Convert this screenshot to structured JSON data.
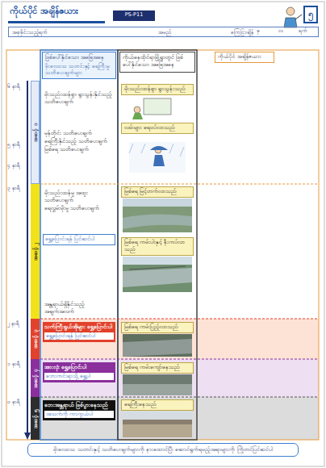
{
  "diagram": {
    "title": "ကိုယ်ပိုင် အချိန်ဇယား",
    "caption": "မိုးလေဝသ သတင်းနှင့် သတိပေးချက်များကို နားထောင်ပြီး ဆောင်ရွက်ရမည့်အရာများကို ကြိုတင်ပြင်ဆင်ပါ",
    "nodes": [
      {
        "text": [
          "ကိုယ်ပိုင် အချိန်ဇယား"
        ]
      },
      {
        "text": [
          "PS-P11"
        ]
      },
      {
        "text": [
          "အစုခိုင်းသည့်ရက်",
          "အမည်",
          "ကြေငြာချိန်"
        ]
      },
      {
        "text": [
          "ဖြစ်ပေါ်နိုင်သော အခြေအနေ",
          "မိုးလေဝသ သတင်းနှင့် ရေကြီးမှု သတိပေးချက်များ"
        ]
      },
      {
        "text": [
          "ကိုယ်နေထိုင်ရာမြို့ရွာတွင် ဖြစ်ပေါ်နိုင်သော အခြေအနေ"
        ]
      },
      {
        "text": [
          "ကိုယ်ပိုင် အချိန်ဇယား"
        ]
      },
      {
        "text": [
          "အဆင့် ၁"
        ]
      },
      {
        "text": [
          "အဆင့် ၂"
        ]
      },
      {
        "text": [
          "အဆင့် ၃"
        ]
      },
      {
        "text": [
          "အဆင့် ၄"
        ]
      },
      {
        "text": [
          "အဆင့် ၅"
        ]
      },
      {
        "text": [
          "မိုးသည်းထန်စွာ ရွာသွန်းနိုင်သည့် သတိပေးချက်"
        ]
      },
      {
        "text": [
          "မုန်တိုင်း သတိပေးချက်",
          "ရေကြီးနိုင်သည့် သတိပေးချက်",
          "မြစ်ရေ သတိပေးချက်"
        ]
      },
      {
        "text": [
          "မိုးသည်းထန်မှု အထူးသတိပေးချက်",
          "ရေလွှမ်းမိုးမှု သတိပေးချက်"
        ]
      },
      {
        "text": [
          "ရွှေ့ပြောင်းရန် ပြင်ဆင်ပါ"
        ]
      },
      {
        "text": [
          "အန္တရာယ်ရှိနိုင်သည့် အချက်အလက်"
        ]
      },
      {
        "text": [
          "သက်ကြီးရွယ်အိုများ ရွှေ့ပြောင်းပါ",
          "ရွှေ့ပြောင်းရန် ပြင်ဆင်ပါ"
        ]
      },
      {
        "text": [
          "အားလုံး ရွှေ့ပြောင်းပါ",
          "ဘေးကင်းရာသို့ ရွှေ့ပါ"
        ]
      },
      {
        "text": [
          "ဘေးအန္တရာယ် ဖြစ်ပွားနေသည်",
          "အသက်ကို ကာကွယ်ပါ"
        ]
      },
      {
        "text": [
          "မိုးသည်းထန်စွာ ရွာသွန်းသည်"
        ]
      },
      {
        "text": [
          "လမ်းများ ရေဝပ်လာသည်"
        ]
      },
      {
        "text": [
          "မြစ်ရေ မြင့်တက်လာသည်"
        ]
      },
      {
        "text": [
          "မြစ်ရေ ကမ်းပါးနှင့် နီးကပ်လာသည်"
        ]
      },
      {
        "text": [
          "မြစ်ရေ ကမ်းပြည့်လာသည်"
        ]
      },
      {
        "text": [
          "မြစ်ရေ ကမ်းကျော်နေသည်"
        ]
      },
      {
        "text": [
          "ရေကြီးနေသည်"
        ]
      }
    ],
    "labels": [
      "ခု",
      "လ",
      "ရက်",
      "၅",
      "၆ နာရီ",
      "၅ နာရီ",
      "၄ နာရီ",
      "၃ နာရီ",
      "၂ နာရီ",
      "၁ နာရီ",
      "၀ နာရီ"
    ]
  }
}
